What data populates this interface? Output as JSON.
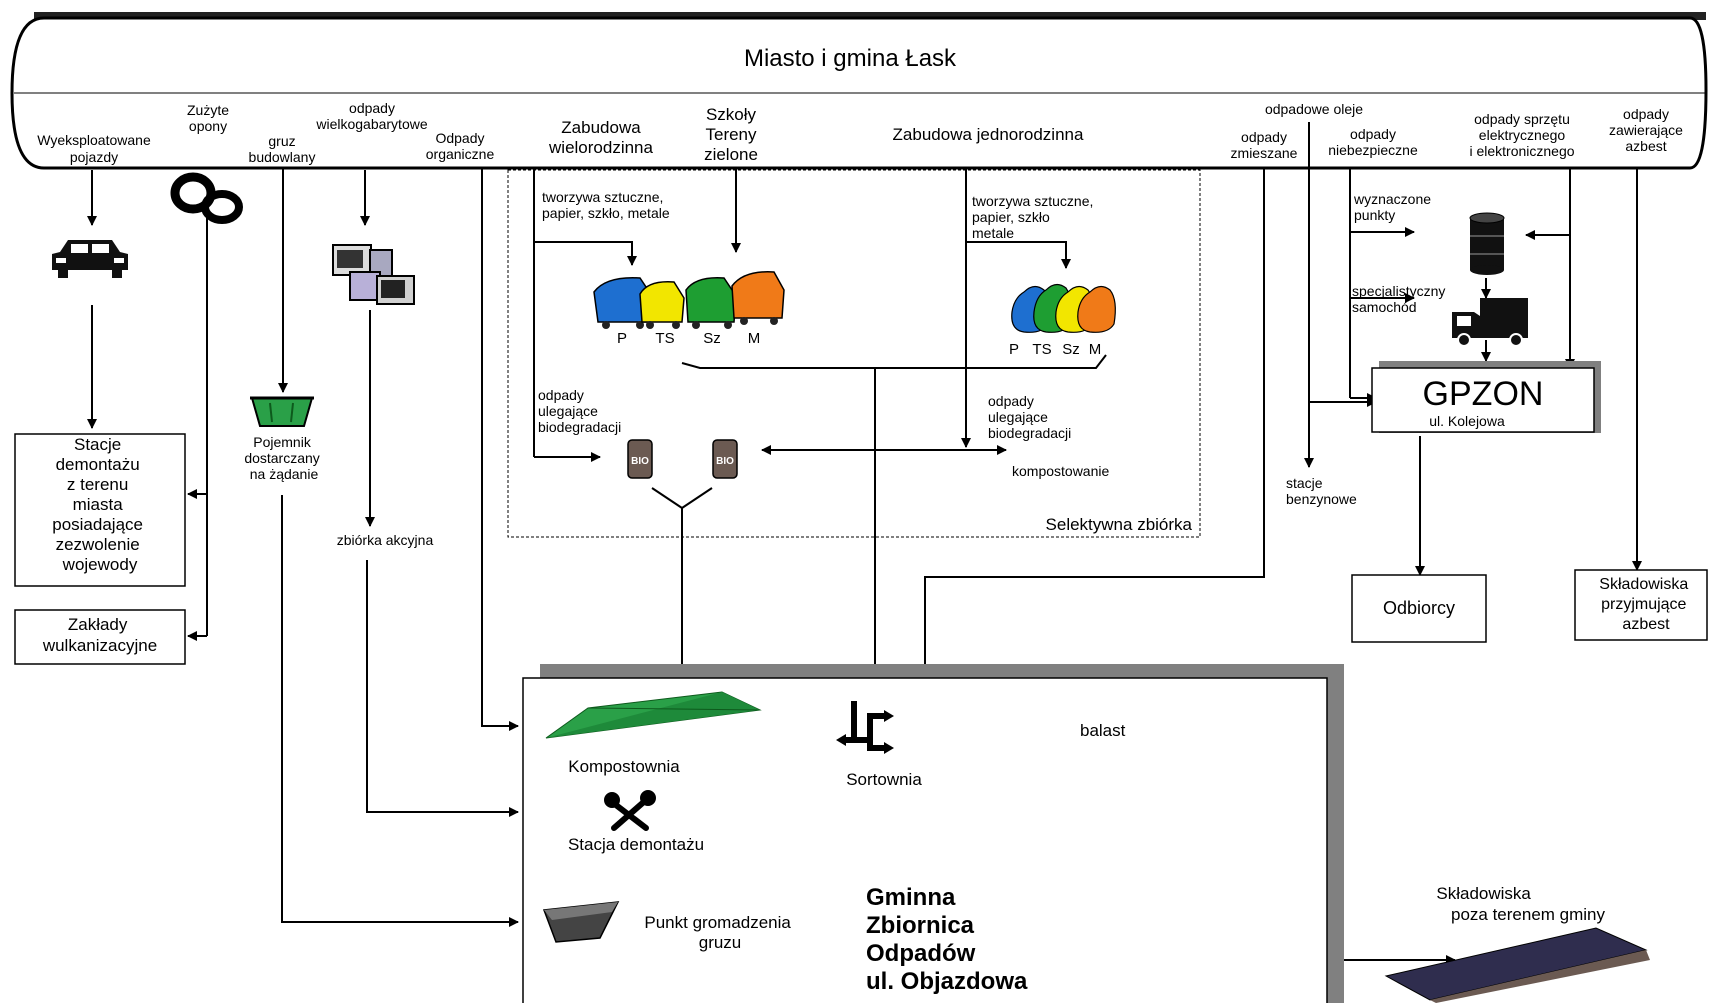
{
  "header": {
    "title": "Miasto i gmina Łask",
    "sources": {
      "pojazdy": [
        "Wyeksploatowane",
        "pojazdy"
      ],
      "opony": [
        "Zużyte",
        "opony"
      ],
      "gruz": [
        "gruz",
        "budowlany"
      ],
      "wielkogabarytowe": [
        "odpady",
        "wielkogabarytowe"
      ],
      "organiczne": [
        "Odpady",
        "organiczne"
      ],
      "wielorodzinna": [
        "Zabudowa",
        "wielorodzinna"
      ],
      "szkoly": [
        "Szkoły",
        "Tereny",
        "zielone"
      ],
      "jednorodzinna": "Zabudowa jednorodzinna",
      "zmieszane": [
        "odpady",
        "zmieszane"
      ],
      "oleje": "odpadowe oleje",
      "niebezpieczne": [
        "odpady",
        "niebezpieczne"
      ],
      "sprzet": [
        "odpady sprzętu",
        "elektrycznego",
        "i elektronicznego"
      ],
      "azbest": [
        "odpady",
        "zawierające",
        "azbest"
      ]
    }
  },
  "selective": {
    "label": "Selektywna zbiórka",
    "recyclables_left": [
      "tworzywa sztuczne,",
      "papier, szkło, metale"
    ],
    "recyclables_right": [
      "tworzywa sztuczne,",
      "papier, szkło",
      "metale"
    ],
    "bins_left": [
      "P",
      "TS",
      "Sz",
      "M"
    ],
    "bins_right": [
      "P",
      "TS",
      "Sz",
      "M"
    ],
    "bio_left": [
      "odpady",
      "ulegające",
      "biodegradacji"
    ],
    "bio_right": [
      "odpady",
      "ulegające",
      "biodegradacji"
    ],
    "bio_tag": "BIO",
    "kompostowanie": "kompostowanie"
  },
  "left": {
    "stacje": [
      "Stacje",
      "demontażu",
      "z terenu",
      "miasta",
      "posiadające",
      "zezwolenie",
      "wojewody"
    ],
    "zaklady": [
      "Zakłady",
      "wulkanizacyjne"
    ],
    "pojemnik": [
      "Pojemnik",
      "dostarczany",
      "na żądanie"
    ],
    "akcyjna": "zbiórka akcyjna"
  },
  "right": {
    "wyznaczone": [
      "wyznaczone",
      "punkty"
    ],
    "samochod": [
      "specjalistyczny",
      "samochód"
    ],
    "gpzon_title": "GPZON",
    "gpzon_sub": "ul. Kolejowa",
    "stacje_benzynowe": [
      "stacje",
      "benzynowe"
    ],
    "odbiorcy": "Odbiorcy",
    "skladowiska_azbest": [
      "Składowiska",
      "przyjmujące",
      "azbest"
    ]
  },
  "facility": {
    "kompostownia": "Kompostownia",
    "sortownia": "Sortownia",
    "stacja_demontazu": "Stacja demontażu",
    "punkt_gruzu": [
      "Punkt gromadzenia",
      "gruzu"
    ],
    "name": [
      "Gminna",
      "Zbiornica",
      "Odpadów",
      "ul. Objazdowa"
    ],
    "balast": "balast"
  },
  "external": {
    "skladowiska": [
      "Składowiska",
      "poza terenem gminy"
    ]
  },
  "colors": {
    "bin_blue": "#1e6fd0",
    "bin_yellow": "#f2e600",
    "bin_green": "#1e9e32",
    "bin_orange": "#f07a18",
    "kompost_green": "#2aa048",
    "shadow_gray": "#808080"
  }
}
